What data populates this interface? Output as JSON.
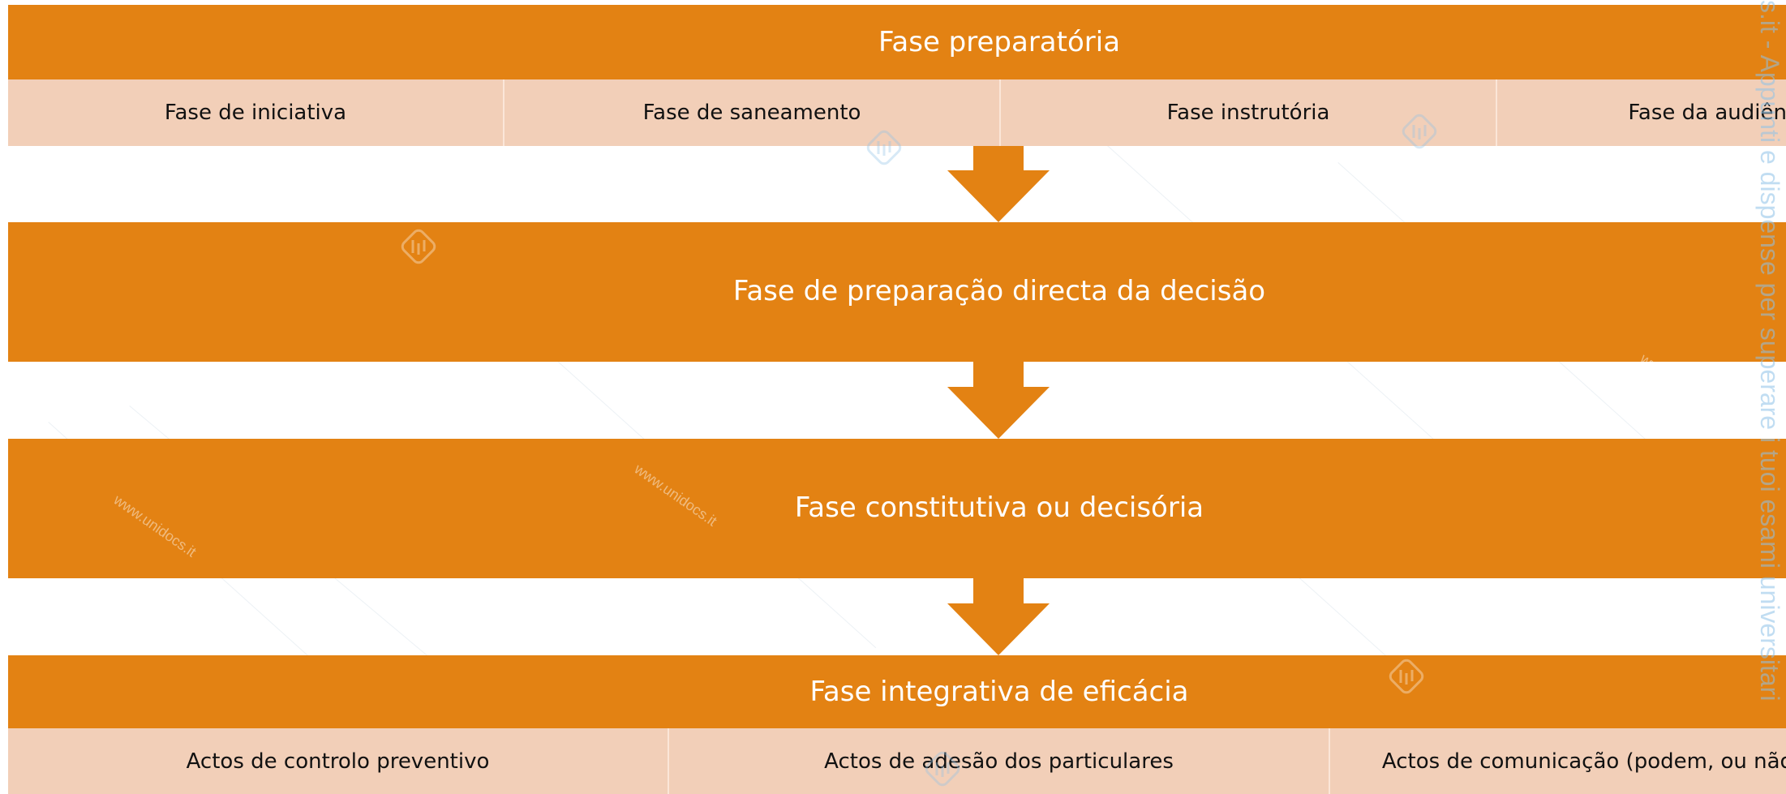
{
  "stages": [
    {
      "title": "Fase preparatória",
      "substeps": [
        "Fase de iniciativa",
        "Fase de saneamento",
        "Fase instrutória",
        "Fase da audiência dos"
      ]
    },
    {
      "title": "Fase de preparação directa da decisão"
    },
    {
      "title": "Fase constitutiva ou decisória"
    },
    {
      "title": "Fase integrativa de eficácia",
      "substeps": [
        "Actos de controlo preventivo",
        "Actos de adesão dos particulares",
        "Actos de comunicação (podem, ou não, con do acto)"
      ]
    }
  ],
  "watermark": {
    "side_text": "s.it - Appunti e dispense per superare i tuoi esami universitari",
    "site": "www.unidocs.it",
    "logo_icon": "unidocs-logo-icon"
  },
  "colors": {
    "band": "#e38213",
    "substep": "#f2cfb8",
    "watermark": "#8fc3e8"
  }
}
